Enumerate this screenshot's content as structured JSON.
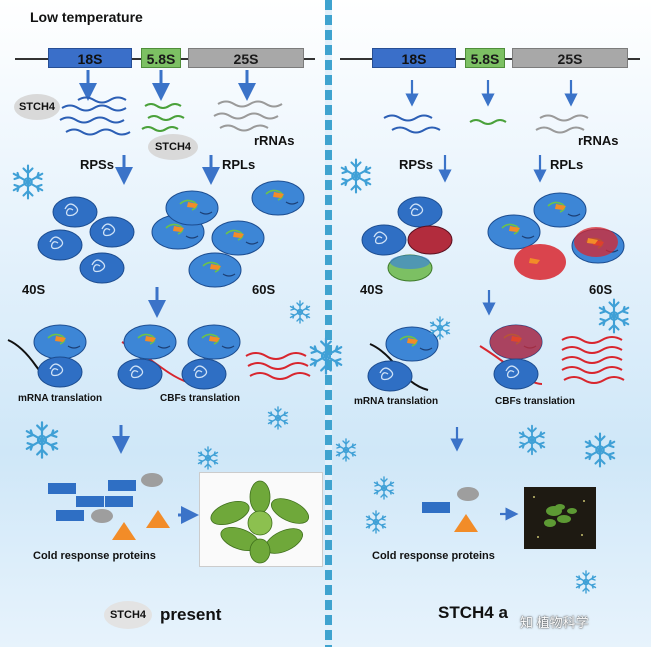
{
  "genes": {
    "g18s": "18S",
    "g58s": "5.8S",
    "g25s": "25S"
  },
  "left": {
    "heading": "Low temperature",
    "stch4_label": "STCH4",
    "stch4_label_2": "STCH4",
    "rrnas": "rRNAs",
    "rpss": "RPSs",
    "rpls": "RPLs",
    "s40": "40S",
    "s60": "60S",
    "mrna": "mRNA translation",
    "cbfs": "CBFs translation",
    "cold": "Cold response proteins",
    "footer_pill": "STCH4",
    "footer": "present"
  },
  "right": {
    "rrnas": "rRNAs",
    "rpss": "RPSs",
    "rpls": "RPLs",
    "s40": "40S",
    "s60": "60S",
    "mrna": "mRNA translation",
    "cbfs": "CBFs translation",
    "cold": "Cold response proteins",
    "footer": "STCH4 a",
    "watermark": "知 植物科学"
  },
  "colors": {
    "blue": "#3a6fc9",
    "green": "#7cc063",
    "gray": "#a8a8a8",
    "ribo_blue": "#2f6fc4",
    "red": "#d8262e",
    "orange": "#f28c28",
    "arrow": "#3b73c8"
  }
}
